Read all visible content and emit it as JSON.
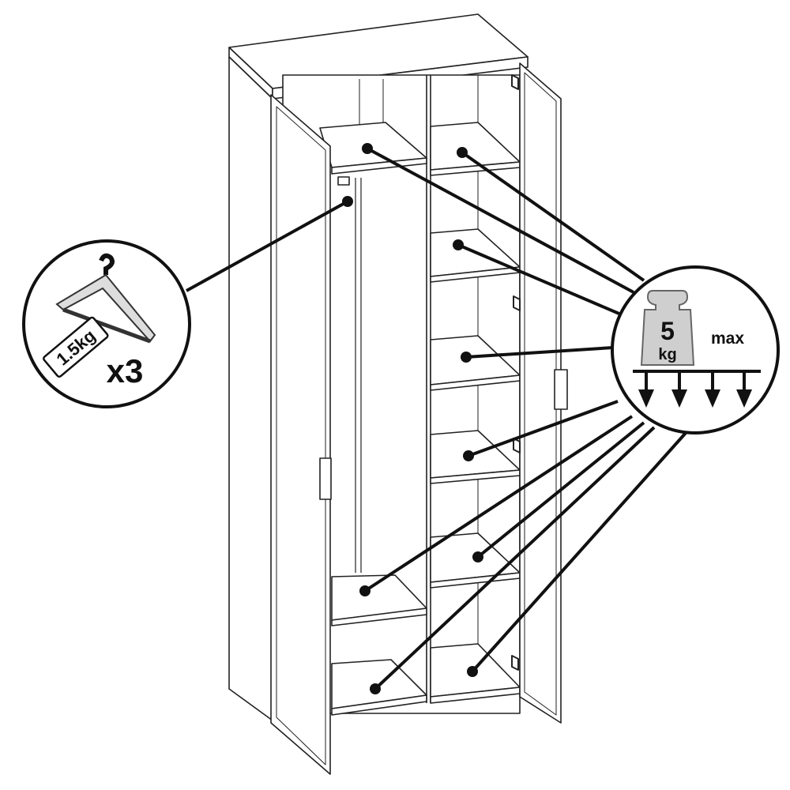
{
  "hanger_callout": {
    "icon": "hanger-icon",
    "weight_label": "1.5kg",
    "count_label": "x3"
  },
  "shelf_callout": {
    "icon": "weight-icon",
    "weight_value": "5",
    "weight_unit": "kg",
    "max_label": "max"
  },
  "colors": {
    "line": "#111111",
    "weight_fill": "#cfcfcf",
    "background": "#ffffff"
  }
}
